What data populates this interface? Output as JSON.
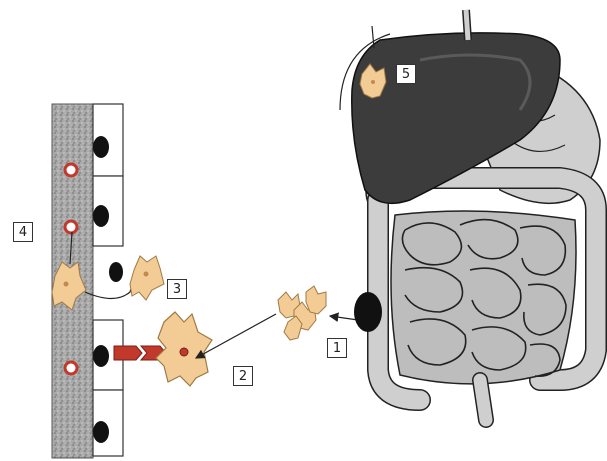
{
  "labels": {
    "one": "1",
    "two": "2",
    "three": "3",
    "four": "4",
    "five": "5"
  },
  "colors": {
    "liver": "#3c3c3c",
    "intestine": "#c8c8c8",
    "cell_body": "#f3cc95",
    "vessel_wall": "#9a9a9a",
    "arrow_red": "#c0392b"
  }
}
